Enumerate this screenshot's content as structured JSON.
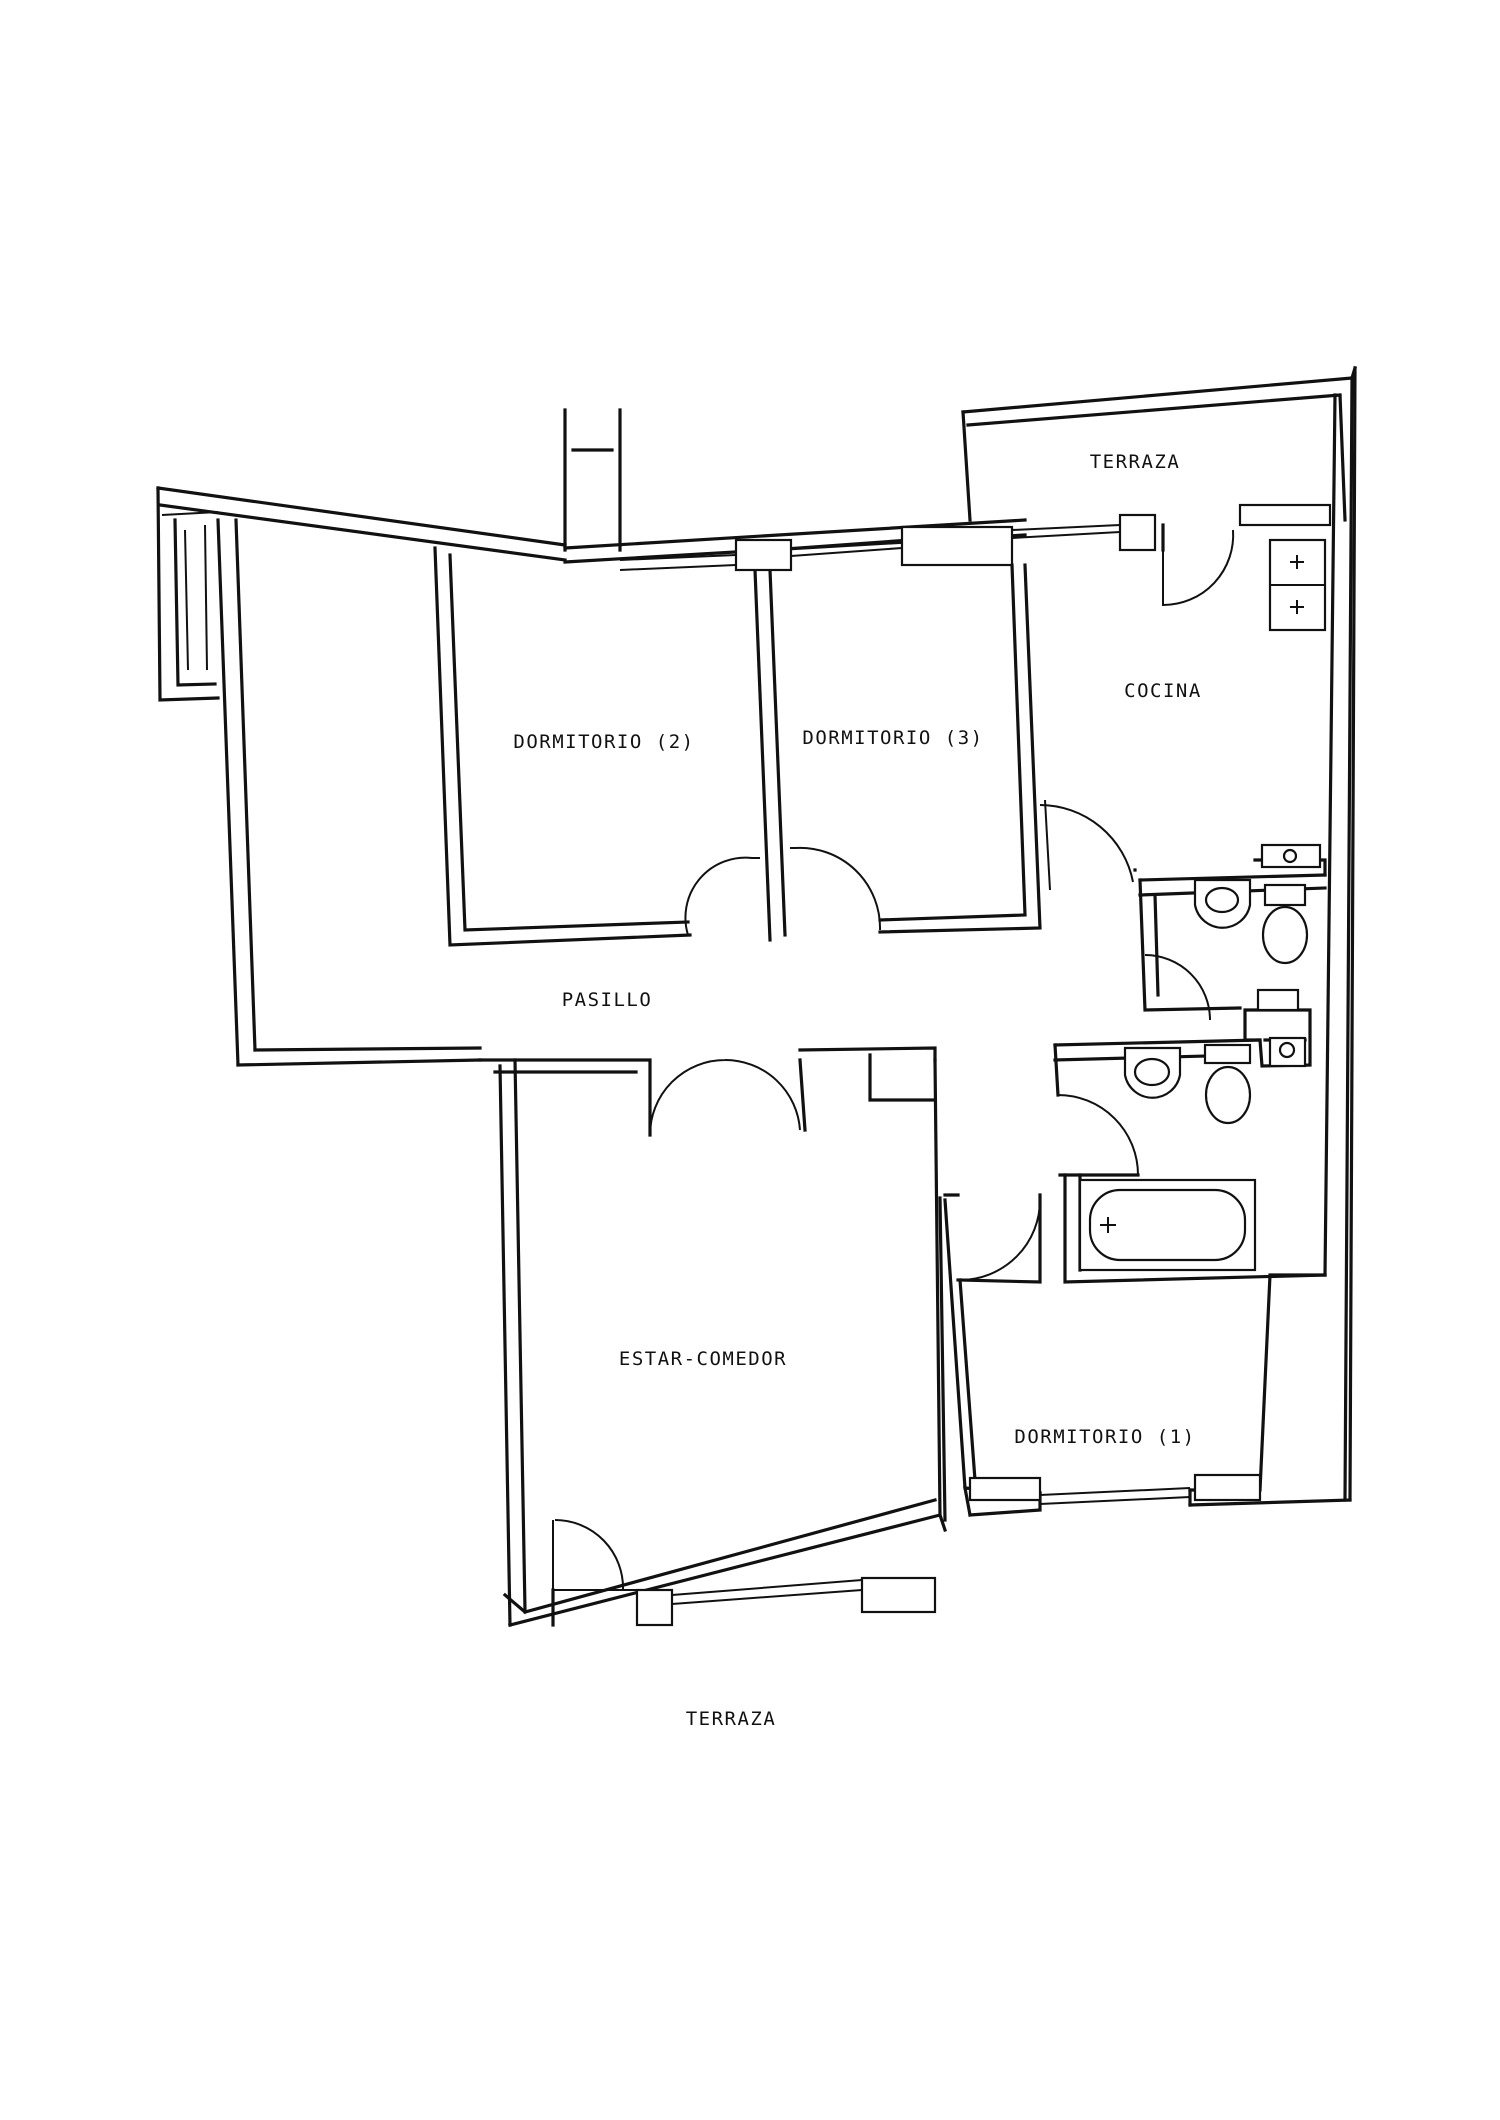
{
  "plan": {
    "rooms": [
      {
        "id": "terraza-top",
        "label": "TERRAZA"
      },
      {
        "id": "cocina",
        "label": "COCINA"
      },
      {
        "id": "dormitorio-2",
        "label": "DORMITORIO (2)"
      },
      {
        "id": "dormitorio-3",
        "label": "DORMITORIO (3)"
      },
      {
        "id": "pasillo",
        "label": "PASILLO"
      },
      {
        "id": "estar-comedor",
        "label": "ESTAR-COMEDOR"
      },
      {
        "id": "dormitorio-1",
        "label": "DORMITORIO (1)"
      },
      {
        "id": "terraza-bottom",
        "label": "TERRAZA"
      }
    ]
  }
}
